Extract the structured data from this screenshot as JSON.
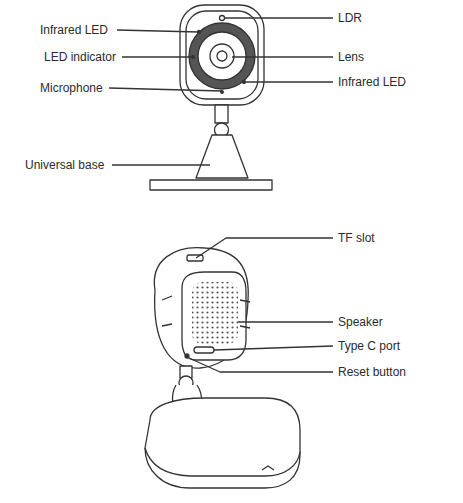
{
  "diagram": {
    "labels": [
      "Infrared LED",
      "LED indicator",
      "Microphone",
      "Universal base",
      "LDR",
      "Lens",
      "Infrared LED",
      "TF slot",
      "Speaker",
      "Type C port",
      "Reset button"
    ]
  }
}
